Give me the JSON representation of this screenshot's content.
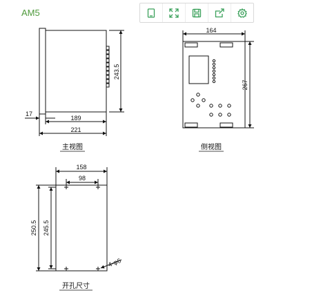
{
  "header": {
    "title": "AM5",
    "accent_color": "#4f9a3c"
  },
  "toolbar": {
    "icons": [
      "tablet-icon",
      "fullscreen-icon",
      "save-icon",
      "share-icon",
      "settings-icon"
    ],
    "icon_color": "#3aa05a"
  },
  "drawing": {
    "front_view": {
      "label": "主视图",
      "dims": {
        "height": "243.5",
        "offset": "17",
        "depth": "189",
        "total": "221"
      }
    },
    "side_view": {
      "label": "侧视图",
      "dims": {
        "width": "164",
        "height": "267"
      }
    },
    "cutout": {
      "label": "开孔尺寸",
      "dims": {
        "width": "158",
        "hole_spacing": "98",
        "height_outer": "250.5",
        "height_inner": "245.5",
        "holes": "4-φ6"
      }
    }
  }
}
